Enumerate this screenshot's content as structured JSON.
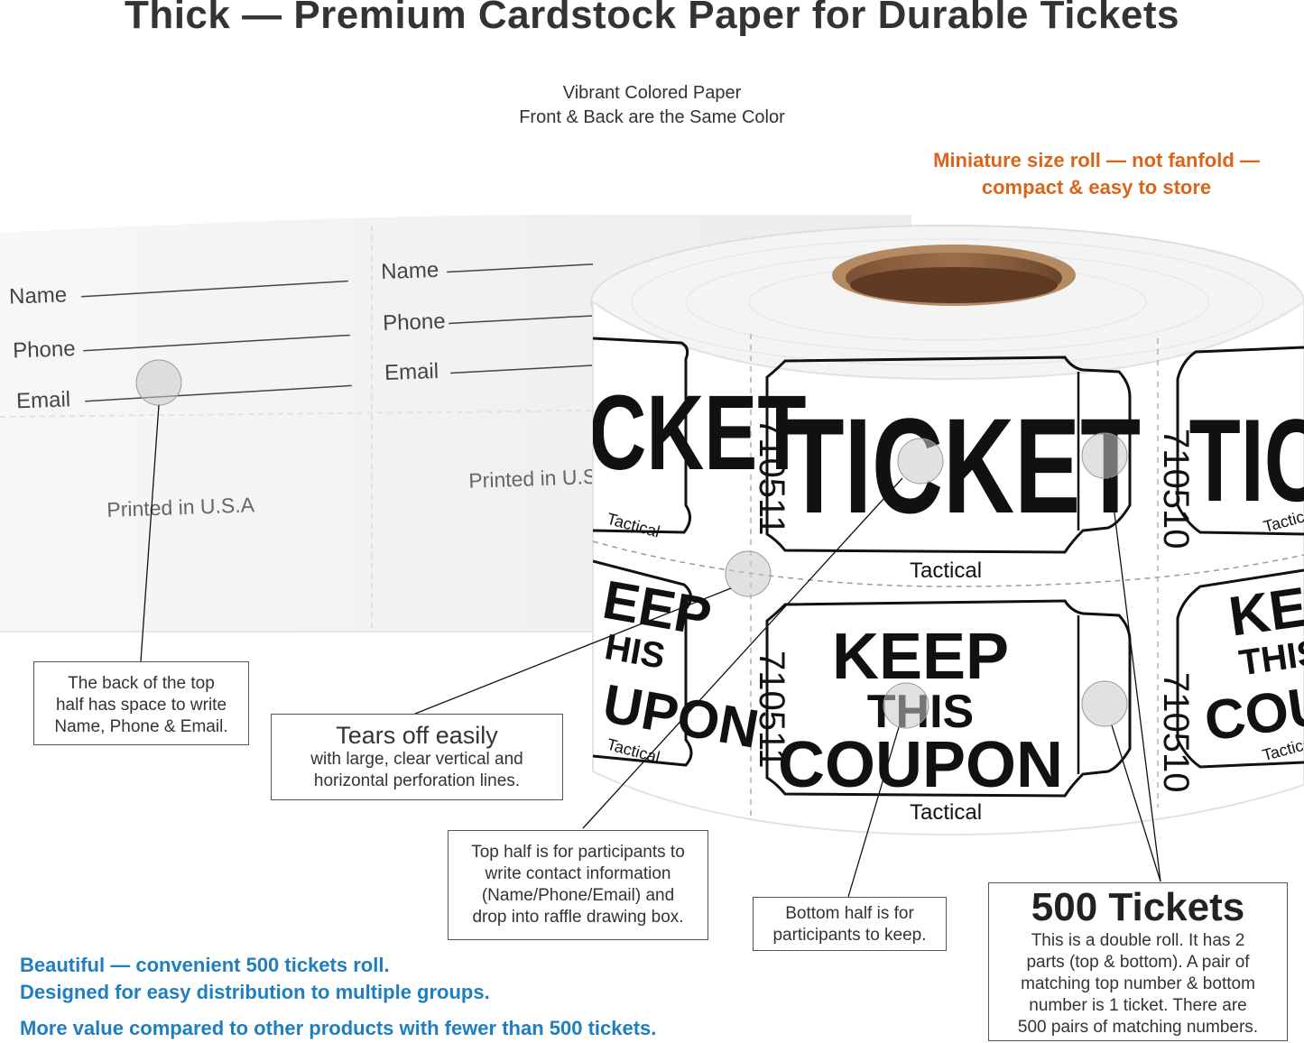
{
  "title": "Thick — Premium Cardstock Paper for Durable Tickets",
  "subtitle": [
    "Vibrant Colored Paper",
    "Front & Back are the Same Color"
  ],
  "mini_note": [
    "Miniature size roll — not fanfold —",
    "compact & easy to store"
  ],
  "strip": {
    "name_label": "Name",
    "phone_label": "Phone",
    "email_label": "Email",
    "printed": "Printed in U.S.A",
    "printed_cut": "Printed in U.S"
  },
  "ticket": {
    "word": "TICKET",
    "word_cut": "CKET",
    "word_right": "TICKE",
    "keep": "KEEP",
    "this": "THIS",
    "coupon": "COUPON",
    "keep_cut": "EEP",
    "this_cut": "HIS",
    "coupon_cut": "UPON",
    "brand": "Tactical",
    "number_a": "710511",
    "number_b": "710510"
  },
  "callouts": {
    "back": [
      "The back of the top",
      "half has space to write",
      "Name, Phone & Email."
    ],
    "tears_title": "Tears off easily",
    "tears_body": [
      "with large, clear vertical and",
      "horizontal perforation lines."
    ],
    "top_half": [
      "Top half is for participants to",
      "write contact information",
      "(Name/Phone/Email) and",
      "drop into raffle drawing box."
    ],
    "bottom_half": [
      "Bottom half is for",
      "participants to keep."
    ],
    "count_title": "500 Tickets",
    "count_body": [
      "This is a double roll. It has 2",
      "parts (top & bottom). A pair of",
      "matching top number & bottom",
      "number is 1 ticket. There are",
      "500 pairs of matching numbers."
    ]
  },
  "blue_text": [
    "Beautiful — convenient 500 tickets roll.",
    "Designed for easy distribution to multiple groups.",
    "More value compared to other products with fewer than 500 tickets."
  ],
  "colors": {
    "accent_orange": "#d9651a",
    "accent_blue": "#1f7ec0",
    "ink": "#111111"
  }
}
